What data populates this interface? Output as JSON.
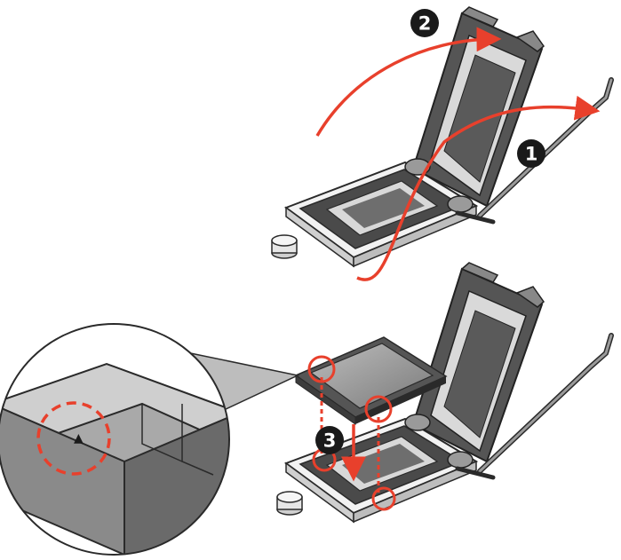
{
  "steps": [
    {
      "number": "1",
      "action": "open-load-lever"
    },
    {
      "number": "2",
      "action": "lift-load-plate"
    },
    {
      "number": "3",
      "action": "insert-cpu"
    }
  ],
  "zoom_marker_glyph": "▲",
  "colors": {
    "accent_red": "#e8402c",
    "badge_fill": "#1a1a1a",
    "badge_text": "#ffffff",
    "metal_dark": "#3c3c3c",
    "metal_mid": "#8a8a8a",
    "metal_light": "#d6d6d6",
    "line": "#2a2a2a"
  },
  "icons": {
    "cap": "socket-protective-cap-icon",
    "badge": "step-number-badge"
  }
}
